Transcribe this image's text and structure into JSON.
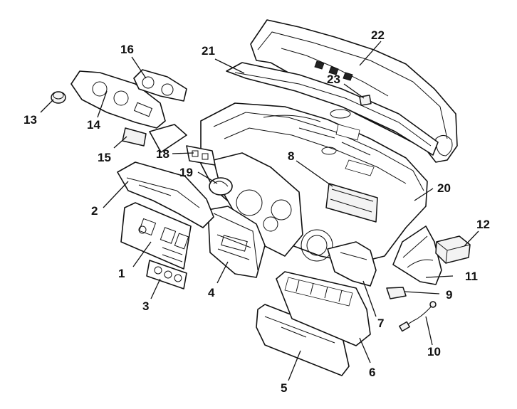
{
  "callouts": [
    "1",
    "2",
    "3",
    "4",
    "5",
    "6",
    "7",
    "8",
    "9",
    "10",
    "11",
    "12",
    "13",
    "14",
    "15",
    "16",
    "18",
    "19",
    "20",
    "21",
    "22",
    "23"
  ]
}
